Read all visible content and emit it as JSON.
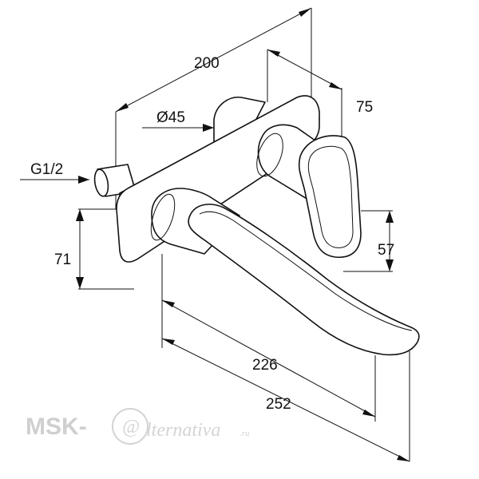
{
  "dimensions": {
    "width_total": "200",
    "depth_plate": "75",
    "diameter": "Ø45",
    "thread": "G1/2",
    "height_left": "71",
    "height_right": "57",
    "spout_226": "226",
    "spout_252": "252"
  },
  "watermark": {
    "brand": "MSK-",
    "at_sign": "@",
    "script": "lternativa",
    "suffix": ".ru"
  }
}
